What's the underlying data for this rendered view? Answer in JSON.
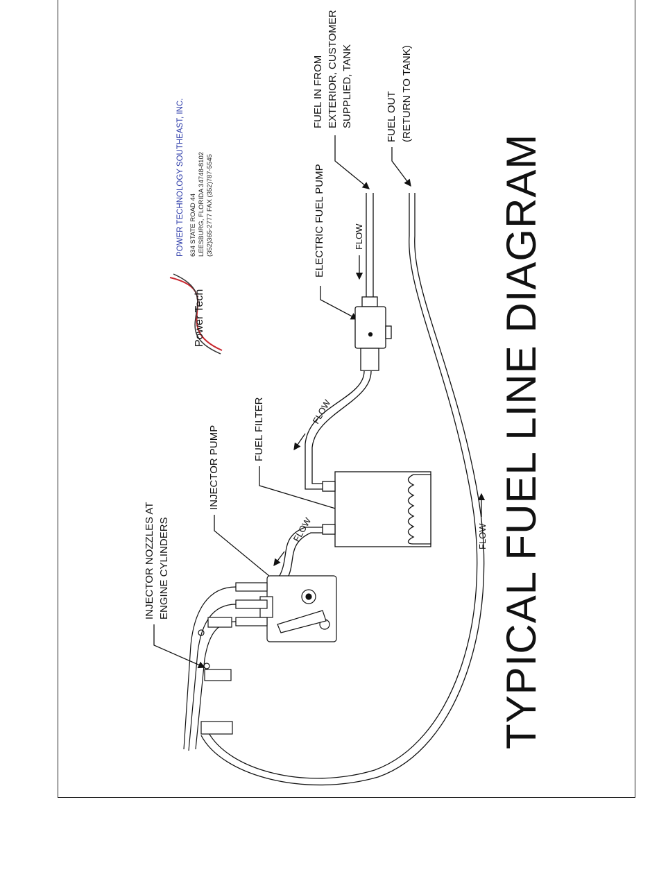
{
  "title": "TYPICAL FUEL LINE DIAGRAM",
  "company": {
    "logo_text": "Power Tech",
    "name": "POWER TECHNOLOGY SOUTHEAST, INC.",
    "address": "634 STATE ROAD 44",
    "city": "LEESBURG, FLORIDA 34748-8102",
    "phone": "(352)365-2777  FAX (352)787-5545"
  },
  "labels": {
    "fuel_in": [
      "FUEL IN FROM",
      "EXTERIOR, CUSTOMER",
      "SUPPLIED, TANK"
    ],
    "fuel_out": [
      "FUEL OUT",
      "(RETURN TO TANK)"
    ],
    "electric_pump": "ELECTRIC FUEL PUMP",
    "fuel_filter": "FUEL FILTER",
    "injector_pump": "INJECTOR PUMP",
    "injector_nozzles": [
      "INJECTOR NOZZLES AT",
      "ENGINE CYLINDERS"
    ]
  },
  "flow_label": "FLOW",
  "colors": {
    "line": "#111111",
    "logo_red": "#c8262e",
    "company_blue": "#2b3aa8"
  }
}
